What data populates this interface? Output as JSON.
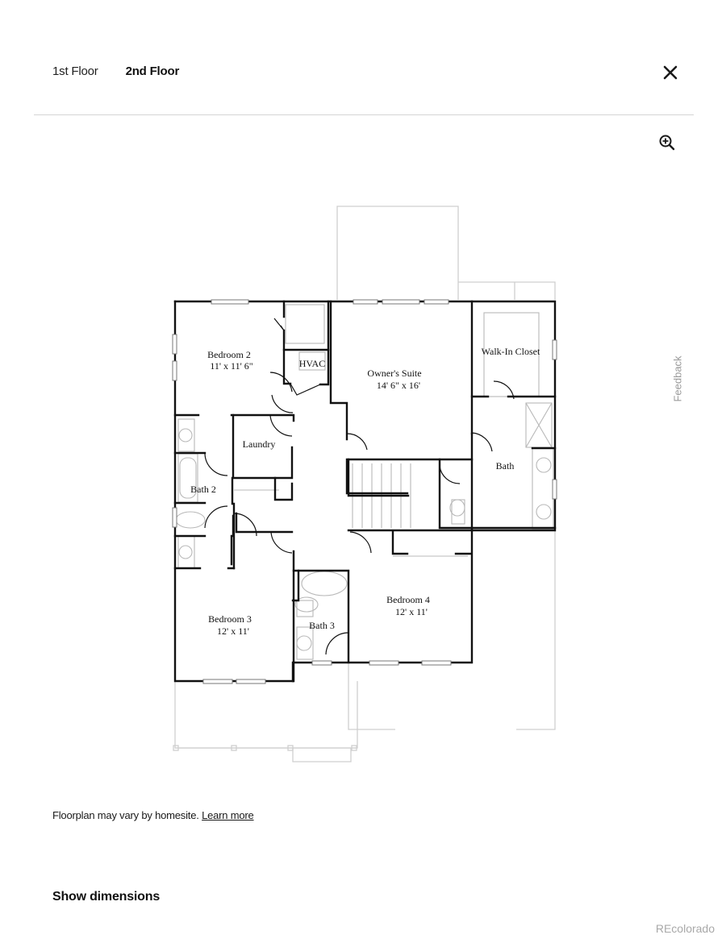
{
  "header": {
    "tabs": [
      {
        "label": "1st Floor",
        "active": false
      },
      {
        "label": "2nd Floor",
        "active": true
      }
    ],
    "close_icon": "close-icon"
  },
  "toolbar": {
    "zoom_icon": "zoom-in-icon"
  },
  "floorplan": {
    "floor": "2nd Floor",
    "rooms": [
      {
        "name": "Bedroom 2",
        "size": "11' x 11' 6\""
      },
      {
        "name": "HVAC",
        "size": ""
      },
      {
        "name": "Owner's Suite",
        "size": "14' 6\" x 16'"
      },
      {
        "name": "Walk-In Closet",
        "size": ""
      },
      {
        "name": "Laundry",
        "size": ""
      },
      {
        "name": "Bath 2",
        "size": ""
      },
      {
        "name": "Bath",
        "size": ""
      },
      {
        "name": "Bedroom 4",
        "size": "12' x 11'"
      },
      {
        "name": "Bedroom 3",
        "size": "12' x 11'"
      },
      {
        "name": "Bath 3",
        "size": ""
      }
    ]
  },
  "side": {
    "feedback_label": "Feedback"
  },
  "footer": {
    "disclaimer_text": "Floorplan may vary by homesite.",
    "learn_more_label": "Learn more",
    "show_dimensions_label": "Show dimensions",
    "watermark": "REcolorado"
  },
  "colors": {
    "wall": "#111111",
    "light_line": "#c8c8c8",
    "divider": "#d4d4d4",
    "muted_text": "#9a9a9a"
  }
}
